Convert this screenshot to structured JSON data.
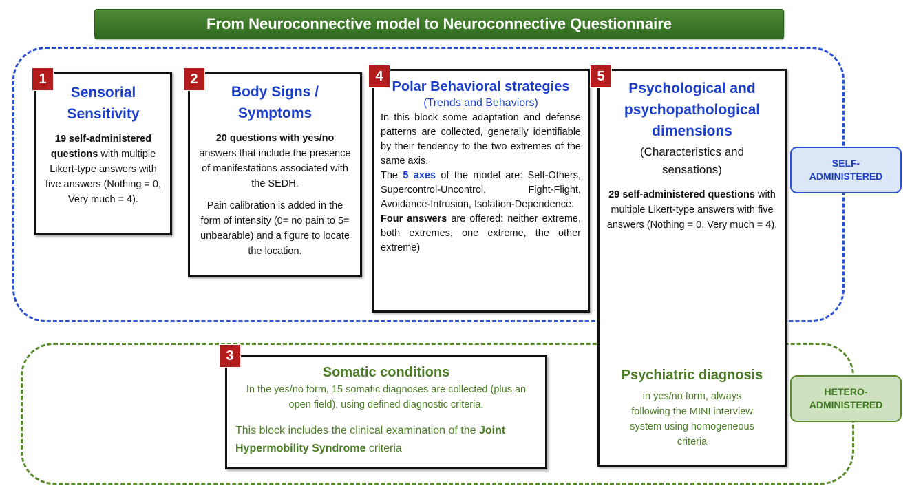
{
  "header": {
    "title": "From Neuroconnective model to Neuroconnective Questionnaire"
  },
  "labels": {
    "self_line1": "SELF-",
    "self_line2": "ADMINISTERED",
    "hetero_line1": "HETERO-",
    "hetero_line2": "ADMINISTERED"
  },
  "blocks": {
    "b1": {
      "number": "1",
      "title_line1": "Sensorial",
      "title_line2": "Sensitivity",
      "text_bold": "19 self-administered questions",
      "text_rest": " with multiple Likert-type answers with five answers (Nothing = 0, Very much = 4)."
    },
    "b2": {
      "number": "2",
      "title_line1": "Body Signs /",
      "title_line2": "Symptoms",
      "p1_bold": "20 questions with yes/no",
      "p1_rest": " answers that include the presence of manifestations associated with the SEDH.",
      "p2": "Pain calibration is added in the form of intensity (0= no pain to 5= unbearable) and a figure to locate the location."
    },
    "b4": {
      "number": "4",
      "title": "Polar Behavioral strategies",
      "subtitle": "(Trends and Behaviors)",
      "p1": "In this block some adaptation and defense patterns are collected, generally identifiable by their tendency to the two extremes of the same axis.",
      "p2_pre": "The ",
      "p2_axes": "5 axes",
      "p2_rest": " of the model are: Self-Others, Supercontrol-Uncontrol, Fight-Flight, Avoidance-Intrusion, Isolation-Dependence.",
      "p3_bold": "Four answers",
      "p3_rest": " are offered: neither extreme, both extremes, one extreme, the other extreme)"
    },
    "b5": {
      "number": "5",
      "title_line1": "Psychological and",
      "title_line2": "psychopathological",
      "title_line3": "dimensions",
      "subtitle_line1": "(Characteristics and",
      "subtitle_line2": "sensations)",
      "text_bold": "29 self-administered questions",
      "text_rest": " with multiple Likert-type answers with five answers (Nothing = 0, Very much = 4).",
      "diag_title": "Psychiatric diagnosis",
      "diag_text": "in yes/no form, always following the MINI interview system using homogeneous criteria"
    },
    "b3": {
      "number": "3",
      "title": "Somatic conditions",
      "p1": "In the yes/no form, 15 somatic diagnoses are collected (plus an open field), using defined diagnostic criteria.",
      "p2_pre": "This block includes the clinical examination of the ",
      "p2_bold": "Joint Hypermobility Syndrome",
      "p2_rest": " criteria"
    }
  }
}
